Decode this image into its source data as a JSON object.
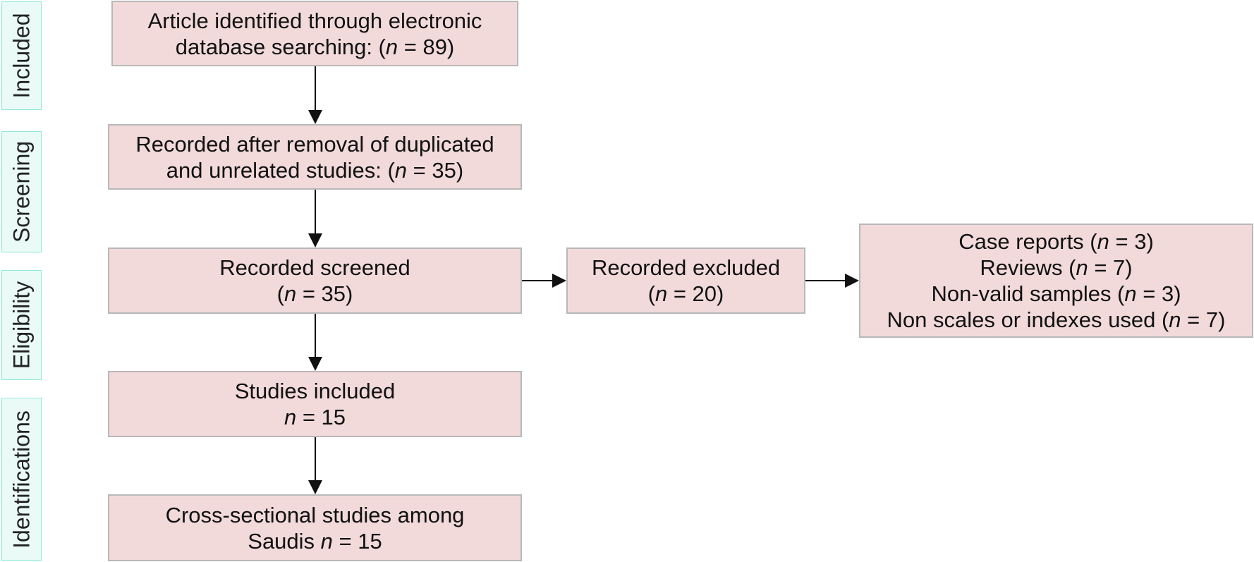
{
  "stages": [
    {
      "id": "included",
      "label": "Included"
    },
    {
      "id": "screening",
      "label": "Screening"
    },
    {
      "id": "eligibility",
      "label": "Eligibility"
    },
    {
      "id": "identifications",
      "label": "Identifications"
    }
  ],
  "nodes": {
    "identified": {
      "lines": [
        {
          "pre": "Article identified through electronic",
          "var": "",
          "post": ""
        },
        {
          "pre": "database searching: (",
          "var": "n",
          "post": " = 89)"
        }
      ]
    },
    "deduplicated": {
      "lines": [
        {
          "pre": "Recorded after removal of duplicated",
          "var": "",
          "post": ""
        },
        {
          "pre": "and unrelated studies: (",
          "var": "n",
          "post": " = 35)"
        }
      ]
    },
    "screened": {
      "lines": [
        {
          "pre": "Recorded screened",
          "var": "",
          "post": ""
        },
        {
          "pre": "(",
          "var": "n",
          "post": " = 35)"
        }
      ]
    },
    "excluded": {
      "lines": [
        {
          "pre": "Recorded excluded",
          "var": "",
          "post": ""
        },
        {
          "pre": "(",
          "var": "n",
          "post": " = 20)"
        }
      ]
    },
    "exclusion_reasons": {
      "lines": [
        {
          "pre": "Case reports (",
          "var": "n",
          "post": " = 3)"
        },
        {
          "pre": "Reviews (",
          "var": "n",
          "post": " = 7)"
        },
        {
          "pre": "Non-valid samples (",
          "var": "n",
          "post": " = 3)"
        },
        {
          "pre": "Non scales or indexes used (",
          "var": "n",
          "post": " = 7)"
        }
      ]
    },
    "included": {
      "lines": [
        {
          "pre": "Studies included",
          "var": "",
          "post": ""
        },
        {
          "pre": "",
          "var": "n",
          "post": " = 15"
        }
      ]
    },
    "cross_sectional": {
      "lines": [
        {
          "pre": "Cross-sectional studies among",
          "var": "",
          "post": ""
        },
        {
          "pre": "Saudis ",
          "var": "n",
          "post": " = 15"
        }
      ]
    }
  },
  "edges": [
    {
      "from": "identified",
      "to": "deduplicated"
    },
    {
      "from": "deduplicated",
      "to": "screened"
    },
    {
      "from": "screened",
      "to": "included"
    },
    {
      "from": "included",
      "to": "cross_sectional"
    },
    {
      "from": "screened",
      "to": "excluded"
    },
    {
      "from": "excluded",
      "to": "exclusion_reasons"
    }
  ],
  "colors": {
    "box_fill": "#f2dadb",
    "box_border": "#b8b8b8",
    "stage_fill": "#eafaf6",
    "stage_border": "#8ee8d9",
    "arrow": "#111111"
  }
}
